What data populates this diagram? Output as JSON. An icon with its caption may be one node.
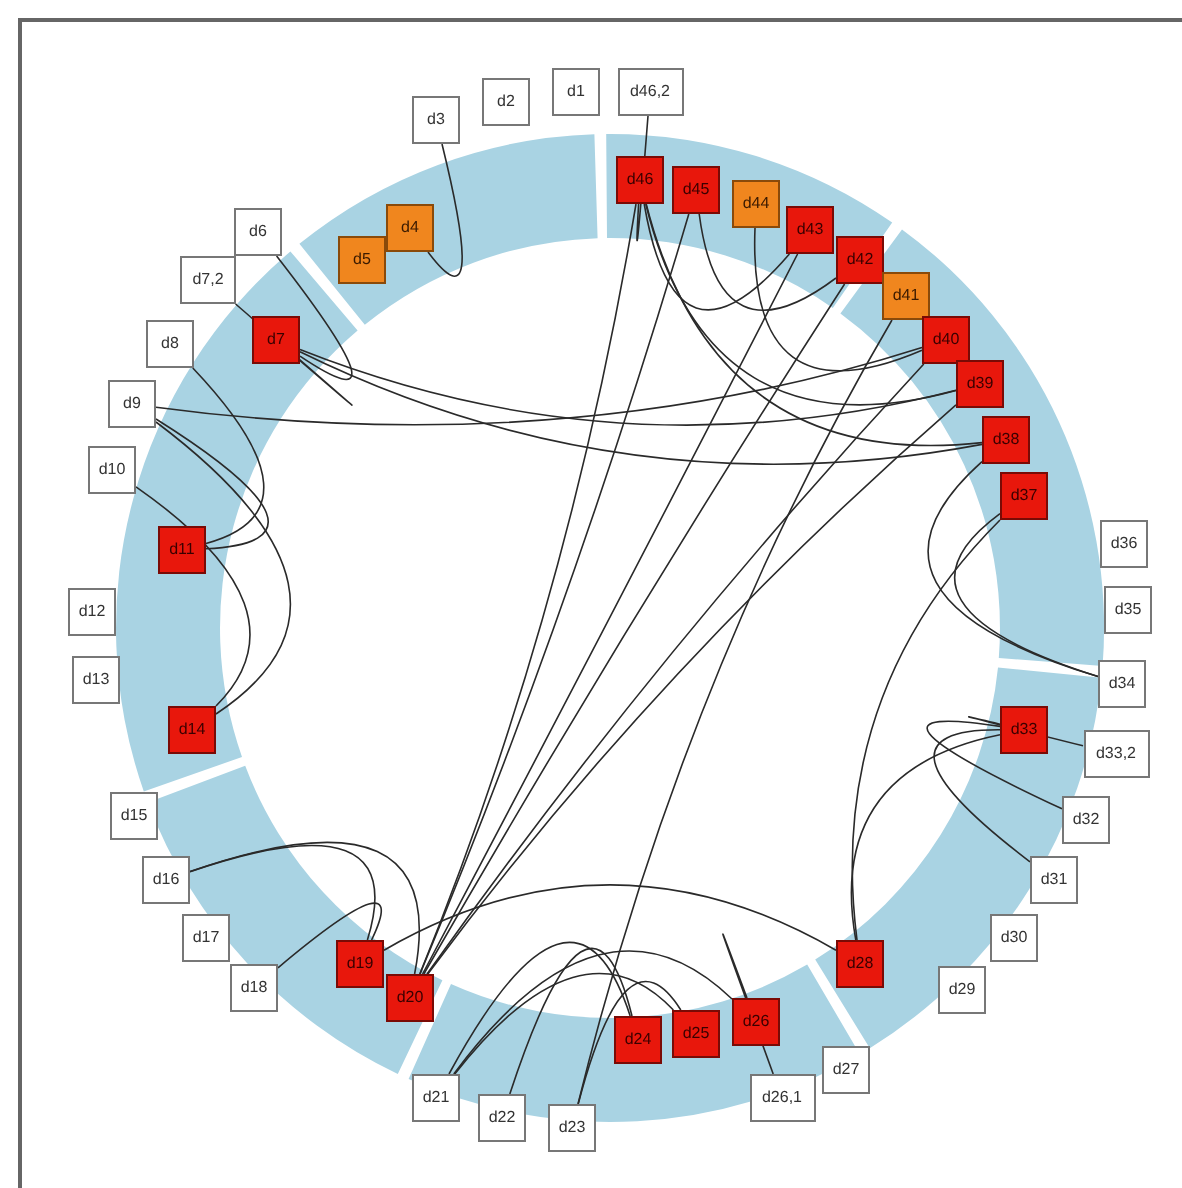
{
  "diagram": {
    "nodes": [
      {
        "text": [
          "d1"
        ]
      },
      {
        "text": [
          "d2"
        ]
      },
      {
        "text": [
          "d3"
        ]
      },
      {
        "text": [
          "d46,2"
        ]
      },
      {
        "text": [
          "d4"
        ]
      },
      {
        "text": [
          "d5"
        ]
      },
      {
        "text": [
          "d46"
        ]
      },
      {
        "text": [
          "d45"
        ]
      },
      {
        "text": [
          "d44"
        ]
      },
      {
        "text": [
          "d43"
        ]
      },
      {
        "text": [
          "d42"
        ]
      },
      {
        "text": [
          "d41"
        ]
      },
      {
        "text": [
          "d40"
        ]
      },
      {
        "text": [
          "d39"
        ]
      },
      {
        "text": [
          "d38"
        ]
      },
      {
        "text": [
          "d37"
        ]
      },
      {
        "text": [
          "d6"
        ]
      },
      {
        "text": [
          "d7,2"
        ]
      },
      {
        "text": [
          "d7"
        ]
      },
      {
        "text": [
          "d8"
        ]
      },
      {
        "text": [
          "d9"
        ]
      },
      {
        "text": [
          "d10"
        ]
      },
      {
        "text": [
          "d11"
        ]
      },
      {
        "text": [
          "d12"
        ]
      },
      {
        "text": [
          "d13"
        ]
      },
      {
        "text": [
          "d14"
        ]
      },
      {
        "text": [
          "d36"
        ]
      },
      {
        "text": [
          "d35"
        ]
      },
      {
        "text": [
          "d34"
        ]
      },
      {
        "text": [
          "d33"
        ]
      },
      {
        "text": [
          "d33,2"
        ]
      },
      {
        "text": [
          "d32"
        ]
      },
      {
        "text": [
          "d31"
        ]
      },
      {
        "text": [
          "d30"
        ]
      },
      {
        "text": [
          "d29"
        ]
      },
      {
        "text": [
          "d15"
        ]
      },
      {
        "text": [
          "d16"
        ]
      },
      {
        "text": [
          "d17"
        ]
      },
      {
        "text": [
          "d18"
        ]
      },
      {
        "text": [
          "d19"
        ]
      },
      {
        "text": [
          "d20"
        ]
      },
      {
        "text": [
          "d21"
        ]
      },
      {
        "text": [
          "d22"
        ]
      },
      {
        "text": [
          "d23"
        ]
      },
      {
        "text": [
          "d24"
        ]
      },
      {
        "text": [
          "d25"
        ]
      },
      {
        "text": [
          "d26"
        ]
      },
      {
        "text": [
          "d28"
        ]
      },
      {
        "text": [
          "d27"
        ]
      },
      {
        "text": [
          "d26,1"
        ]
      }
    ],
    "edges": [
      {
        "from": 2,
        "to": 4,
        "arrow": "none"
      },
      {
        "from": 16,
        "to": 18,
        "arrow": "none"
      },
      {
        "from": 17,
        "to": 18,
        "arrow": "none"
      },
      {
        "from": 19,
        "to": 22,
        "arrow": "none"
      },
      {
        "from": 20,
        "to": 22,
        "arrow": "none"
      },
      {
        "from": 20,
        "to": 25,
        "arrow": "none"
      },
      {
        "from": 21,
        "to": 25,
        "arrow": "none"
      },
      {
        "from": 18,
        "to": 13,
        "arrow": "none"
      },
      {
        "from": 18,
        "to": 14,
        "arrow": "none"
      },
      {
        "from": 20,
        "to": 12,
        "arrow": "none"
      },
      {
        "from": 36,
        "to": 39,
        "arrow": "none"
      },
      {
        "from": 36,
        "to": 40,
        "arrow": "none"
      },
      {
        "from": 38,
        "to": 39,
        "arrow": "none"
      },
      {
        "from": 39,
        "to": 47,
        "arrow": "none"
      },
      {
        "from": 40,
        "to": 6,
        "arrow": "none"
      },
      {
        "from": 40,
        "to": 7,
        "arrow": "none"
      },
      {
        "from": 40,
        "to": 9,
        "arrow": "none"
      },
      {
        "from": 40,
        "to": 10,
        "arrow": "none"
      },
      {
        "from": 40,
        "to": 12,
        "arrow": "none"
      },
      {
        "from": 40,
        "to": 13,
        "arrow": "none"
      },
      {
        "from": 41,
        "to": 44,
        "arrow": "none"
      },
      {
        "from": 41,
        "to": 45,
        "arrow": "none"
      },
      {
        "from": 41,
        "to": 46,
        "arrow": "none"
      },
      {
        "from": 42,
        "to": 44,
        "arrow": "none"
      },
      {
        "from": 43,
        "to": 45,
        "arrow": "none"
      },
      {
        "from": 43,
        "to": 11,
        "arrow": "none"
      },
      {
        "from": 49,
        "to": 46,
        "arrow": "none"
      },
      {
        "from": 47,
        "to": 15,
        "arrow": "none"
      },
      {
        "from": 29,
        "to": 32,
        "arrow": "none"
      },
      {
        "from": 29,
        "to": 31,
        "arrow": "none"
      },
      {
        "from": 30,
        "to": 29,
        "arrow": "none"
      },
      {
        "from": 28,
        "to": 15,
        "arrow": "none"
      },
      {
        "from": 28,
        "to": 14,
        "arrow": "none"
      },
      {
        "from": 3,
        "to": 6,
        "arrow": "none"
      },
      {
        "from": 6,
        "to": 9,
        "arrow": "none"
      },
      {
        "from": 6,
        "to": 13,
        "arrow": "none"
      },
      {
        "from": 7,
        "to": 10,
        "arrow": "none"
      },
      {
        "from": 8,
        "to": 12,
        "arrow": "none"
      },
      {
        "from": 6,
        "to": 14,
        "arrow": "none"
      },
      {
        "from": 29,
        "to": 47,
        "arrow": "none"
      }
    ]
  }
}
